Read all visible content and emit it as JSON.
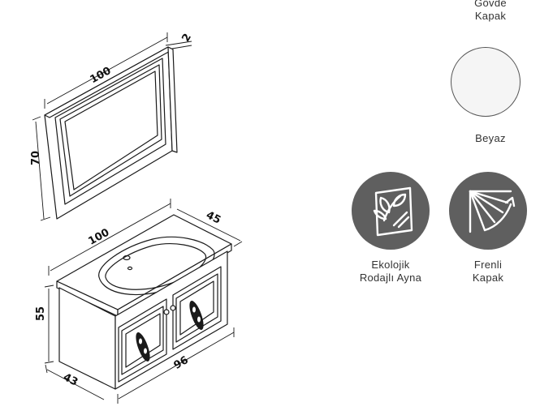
{
  "dimensions": {
    "mirror_width": "100",
    "mirror_height": "70",
    "mirror_depth": "2",
    "cabinet_top_width": "100",
    "cabinet_top_depth": "45",
    "cabinet_height": "55",
    "cabinet_front_width": "96",
    "cabinet_side_depth": "43"
  },
  "color_panel": {
    "heading_line1": "Gövde",
    "heading_line2": "Kapak",
    "swatch_color": "#f5f5f5",
    "swatch_name": "Beyaz"
  },
  "features": [
    {
      "icon": "eco-mirror-icon",
      "line1": "Ekolojik",
      "line2": "Rodajlı Ayna"
    },
    {
      "icon": "soft-close-door-icon",
      "line1": "Frenli",
      "line2": "Kapak"
    }
  ],
  "colors": {
    "line": "#1a1a1a",
    "icon_bg": "#5f5f5f"
  }
}
